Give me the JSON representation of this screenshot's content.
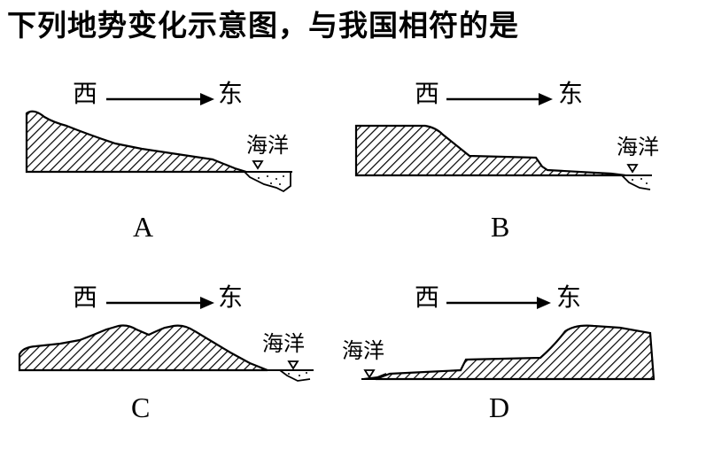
{
  "question": "下列地势变化示意图，与我国相符的是",
  "options": [
    {
      "letter": "A",
      "west": "西",
      "east": "东",
      "ocean": "海洋"
    },
    {
      "letter": "B",
      "west": "西",
      "east": "东",
      "ocean": "海洋"
    },
    {
      "letter": "C",
      "west": "西",
      "east": "东",
      "ocean": "海洋"
    },
    {
      "letter": "D",
      "west": "西",
      "east": "东",
      "ocean": "海洋"
    }
  ]
}
